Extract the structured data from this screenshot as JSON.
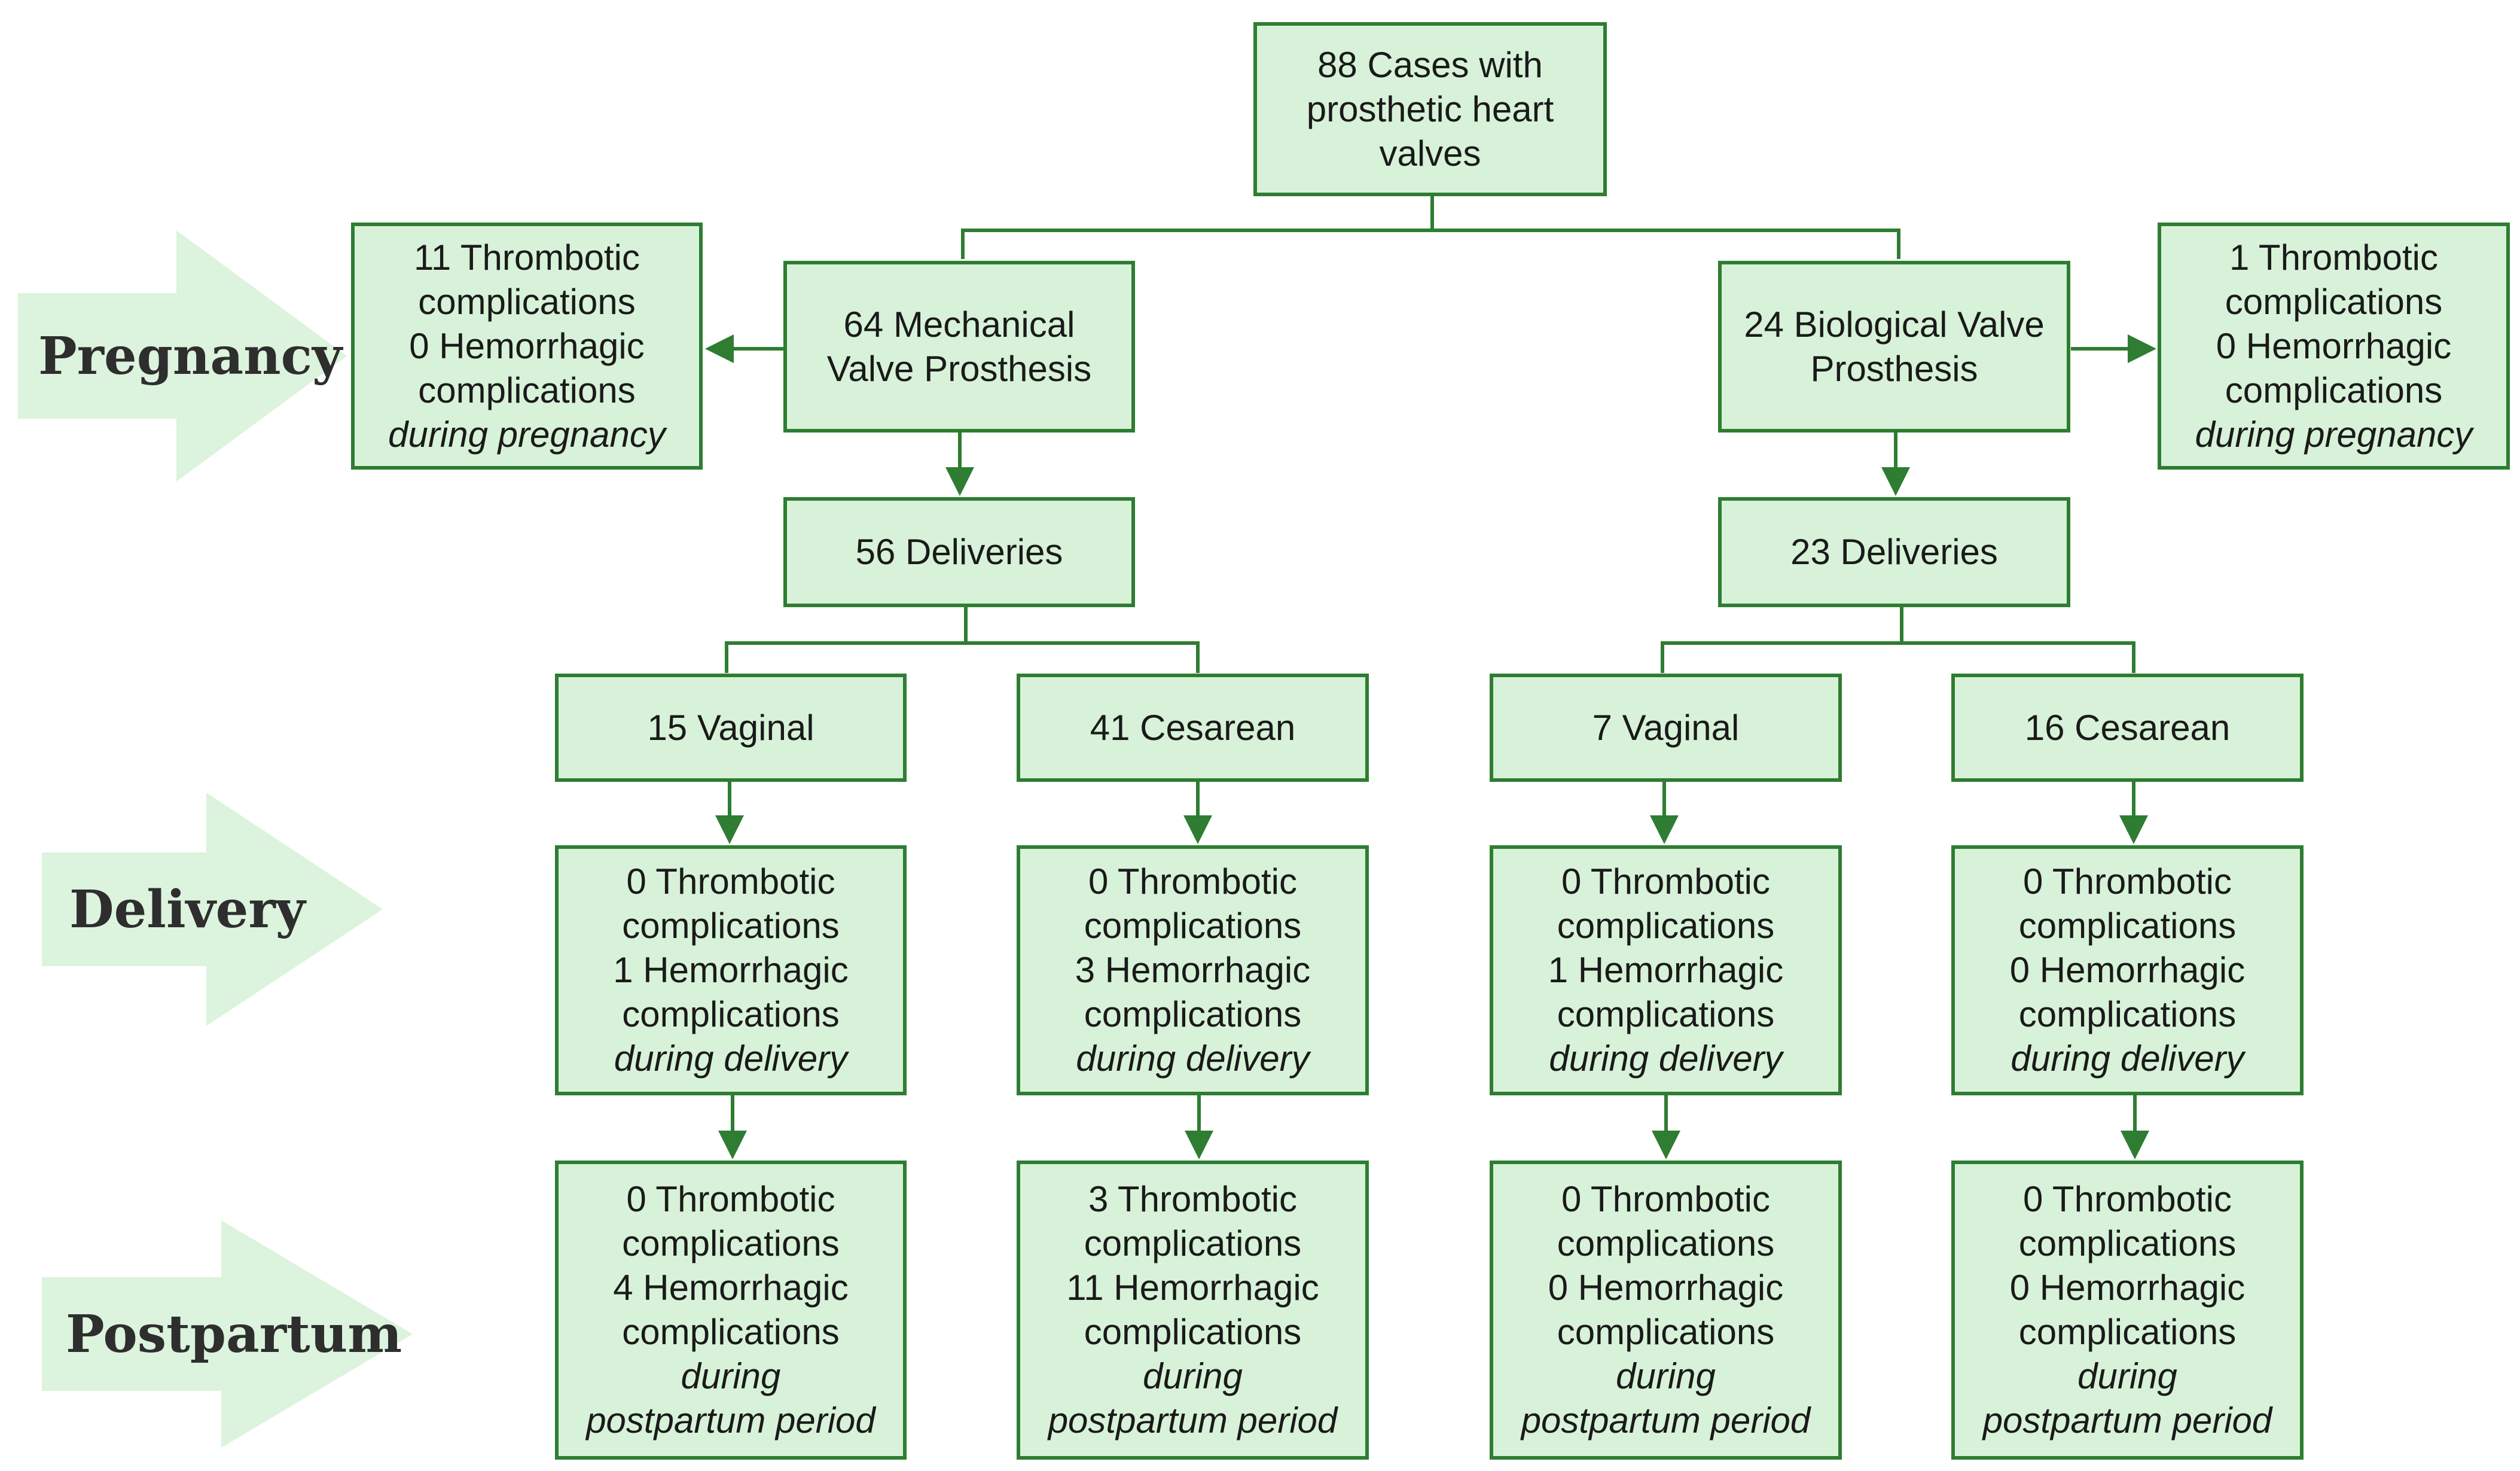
{
  "stages": {
    "pregnancy": "Pregnancy",
    "delivery": "Delivery",
    "postpartum": "Postpartum"
  },
  "colors": {
    "box_fill": "#d7f2d8",
    "box_border": "#2e7d32",
    "connector": "#2e7d32",
    "stage_arrow": "#dcf3dd",
    "stage_text": "#2e2e2e"
  },
  "root": {
    "line1": "88 Cases with",
    "line2": "prosthetic heart",
    "line3": "valves"
  },
  "mechanical": {
    "valve": {
      "line1": "64 Mechanical",
      "line2": "Valve Prosthesis"
    },
    "pregnancy": {
      "line1": "11 Thrombotic",
      "line2": "complications",
      "line3": "0 Hemorrhagic",
      "line4": "complications",
      "line5": "during pregnancy"
    },
    "deliveries": "56 Deliveries",
    "vaginal": {
      "label": "15 Vaginal",
      "delivery": {
        "line1": "0 Thrombotic",
        "line2": "complications",
        "line3": "1 Hemorrhagic",
        "line4": "complications",
        "line5": "during delivery"
      },
      "postpartum": {
        "line1": "0 Thrombotic",
        "line2": "complications",
        "line3": "4 Hemorrhagic",
        "line4": "complications",
        "line5": "during",
        "line6": "postpartum period"
      }
    },
    "cesarean": {
      "label": "41 Cesarean",
      "delivery": {
        "line1": "0 Thrombotic",
        "line2": "complications",
        "line3": "3 Hemorrhagic",
        "line4": "complications",
        "line5": "during delivery"
      },
      "postpartum": {
        "line1": "3 Thrombotic",
        "line2": "complications",
        "line3": "11 Hemorrhagic",
        "line4": "complications",
        "line5": "during",
        "line6": "postpartum period"
      }
    }
  },
  "biological": {
    "valve": {
      "line1": "24 Biological Valve",
      "line2": "Prosthesis"
    },
    "pregnancy": {
      "line1": "1 Thrombotic",
      "line2": "complications",
      "line3": "0 Hemorrhagic",
      "line4": "complications",
      "line5": "during pregnancy"
    },
    "deliveries": "23 Deliveries",
    "vaginal": {
      "label": "7 Vaginal",
      "delivery": {
        "line1": "0 Thrombotic",
        "line2": "complications",
        "line3": "1 Hemorrhagic",
        "line4": "complications",
        "line5": "during delivery"
      },
      "postpartum": {
        "line1": "0 Thrombotic",
        "line2": "complications",
        "line3": "0 Hemorrhagic",
        "line4": "complications",
        "line5": "during",
        "line6": "postpartum period"
      }
    },
    "cesarean": {
      "label": "16 Cesarean",
      "delivery": {
        "line1": "0 Thrombotic",
        "line2": "complications",
        "line3": "0 Hemorrhagic",
        "line4": "complications",
        "line5": "during delivery"
      },
      "postpartum": {
        "line1": "0 Thrombotic",
        "line2": "complications",
        "line3": "0 Hemorrhagic",
        "line4": "complications",
        "line5": "during",
        "line6": "postpartum period"
      }
    }
  }
}
